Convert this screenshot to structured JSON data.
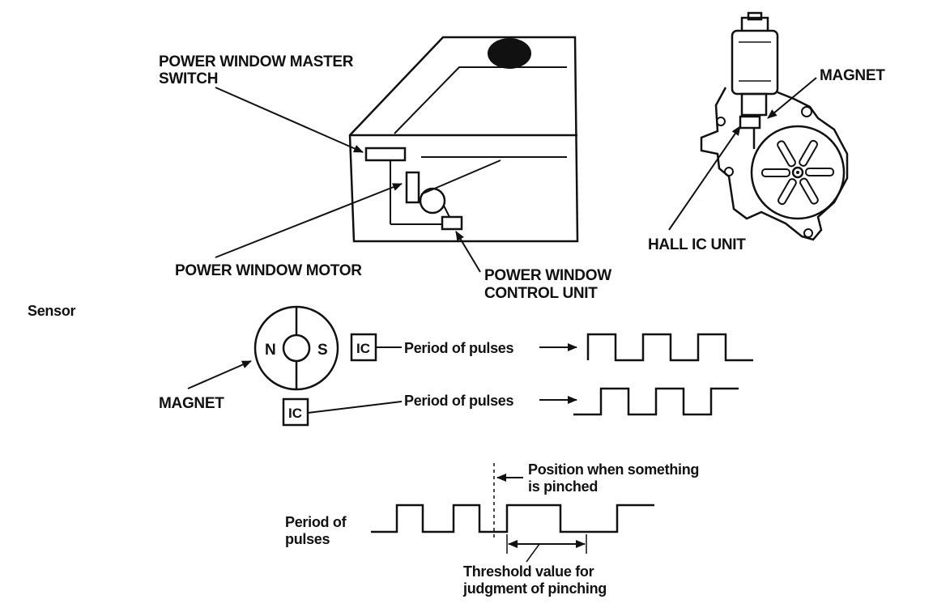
{
  "labels": {
    "master_switch_line1": "POWER WINDOW MASTER",
    "master_switch_line2": "SWITCH",
    "window_motor": "POWER WINDOW MOTOR",
    "control_unit_line1": "POWER WINDOW",
    "control_unit_line2": "CONTROL UNIT",
    "magnet_top": "MAGNET",
    "hall_ic_unit": "HALL IC UNIT",
    "sensor": "Sensor",
    "north": "N",
    "south": "S",
    "ic_1": "IC",
    "ic_2": "IC",
    "period_of_pulses_1": "Period of pulses",
    "period_of_pulses_2": "Period of pulses",
    "magnet_sensor": "MAGNET",
    "period_line1": "Period of",
    "period_line2": "pulses",
    "pinched_line1": "Position when something",
    "pinched_line2": "is pinched",
    "threshold_line1": "Threshold value for",
    "threshold_line2": "judgment of pinching"
  },
  "colors": {
    "ink": "#111111",
    "background": "#ffffff"
  }
}
